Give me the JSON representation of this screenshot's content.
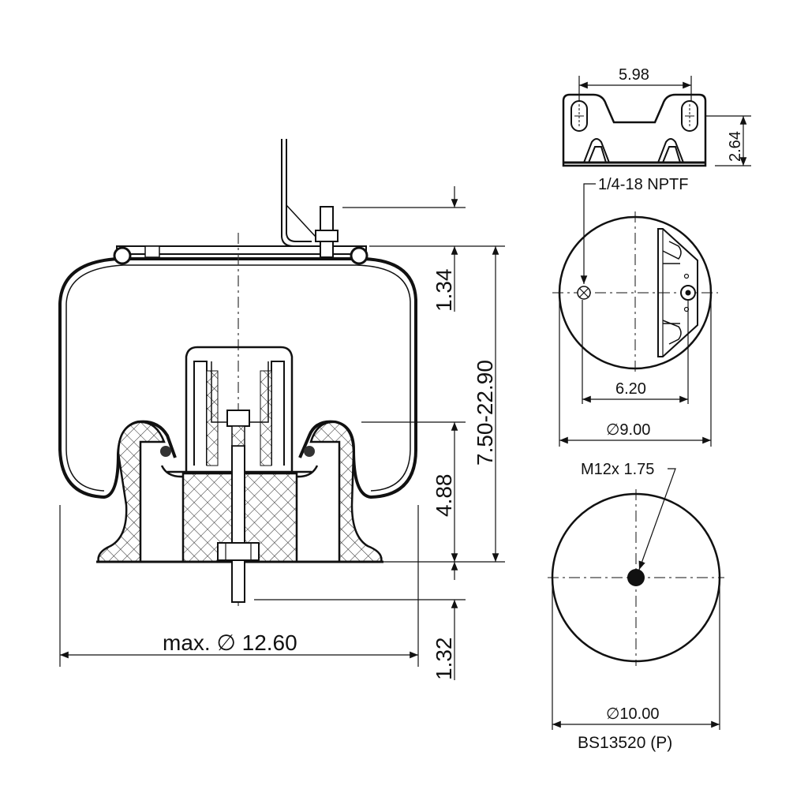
{
  "side_view": {
    "dim_top_offset": "1.34",
    "dim_height_range": "7.50-22.90",
    "dim_piston_height": "4.88",
    "dim_stud_length": "1.32",
    "dim_max_diameter": "max. ∅ 12.60"
  },
  "bracket_view": {
    "dim_bracket_width": "5.98",
    "dim_bracket_height": "2.64"
  },
  "top_view": {
    "port_label": "1/4-18 NPTF",
    "dim_bolt_spacing": "6.20",
    "dim_plate_diameter": "∅9.00"
  },
  "bottom_view": {
    "thread_label": "M12x 1.75",
    "dim_piston_diameter": "∅10.00",
    "part_number": "BS13520 (P)"
  }
}
